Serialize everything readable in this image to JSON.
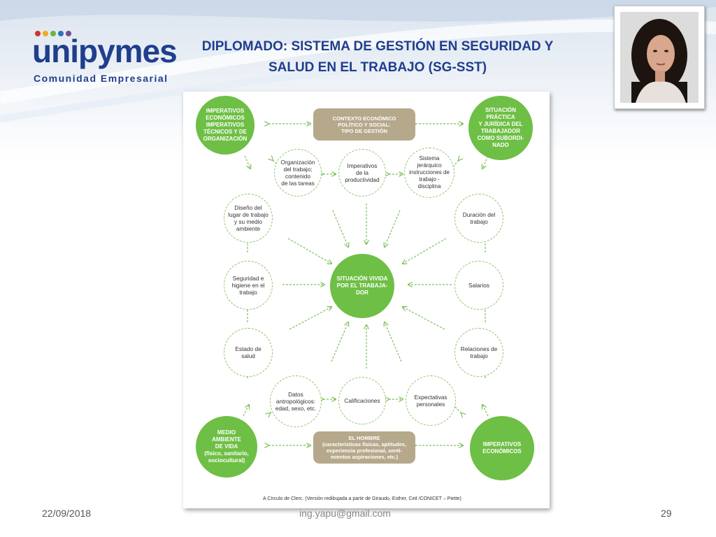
{
  "logo": {
    "word": "unipymes",
    "sub": "Comunidad Empresarial",
    "dot_colors": [
      "#d0342c",
      "#f2a91f",
      "#6fb23c",
      "#2c74b8",
      "#7a4a9a"
    ]
  },
  "title": "DIPLOMADO: SISTEMA DE GESTIÓN EN SEGURIDAD Y SALUD EN EL TRABAJO (SG-SST)",
  "diagram": {
    "green_circles": {
      "top_left": "IMPERATIVOS\nECONÓMICOS\nIMPERATIVOS\nTÉCNICOS Y DE\nORGANIZACIÓN",
      "top_right": "SITUACIÓN\nPRÁCTICA\nY JURÍDICA DEL\nTRABAJADOR\nCOMO SUBORDI-\nNADO",
      "center": "SITUACIÓN VIVIDA\nPOR EL TRABAJA-\nDOR",
      "bottom_left": "MEDIO\nAMBIENTE\nDE VIDA\n(físico, sanitario,\nsociocultural)",
      "bottom_right": "IMPERATIVOS\nECONÓMICOS"
    },
    "boxes": {
      "top": "CONTEXTO ECONÓMICO\nPOLÍTICO Y SOCIAL:\nTIPO DE GESTIÓN",
      "bottom": "EL HOMBRE\n(características físicas, aptitudes,\nexperiencia profesional, senti-\nmientos aspiraciones, etc.)"
    },
    "dashed_circles": {
      "org_trabajo": "Organización\ndel trabajo;\ncontenido\nde las tareas",
      "imperativos_prod": "Imperativos\nde la\nproductividad",
      "sistema_jerarquico": "Sistema\njerárquico\ninstrucciones de\ntrabajo -\ndisciplina",
      "diseno_lugar": "Diseño del\nlugar de trabajo\ny su medio\nambiente",
      "duracion": "Duración del\ntrabajo",
      "seguridad": "Seguridad e\nhigiene en el\ntrabajo",
      "salarios": "Salarios",
      "estado_salud": "Estado de\nsalud",
      "relaciones": "Relaciones de\ntrabajo",
      "datos_antropo": "Datos\nantropológicos:\nedad, sexo, etc.",
      "calificaciones": "Calificaciones",
      "expectativas": "Expectativas\npersonales"
    },
    "caption": "A Círculo de Clerc. (Versión redibujada a partir de Giraudo, Esther, Ceil /CONICET – Piette)",
    "accent_green": "#6ebf45",
    "dashed_green": "#8cc46a",
    "box_color": "#b6a98b"
  },
  "footer": {
    "date": "22/09/2018",
    "email": "ing.yapu@gmail.com",
    "page": "29"
  },
  "colors": {
    "title": "#1f3e8c"
  }
}
